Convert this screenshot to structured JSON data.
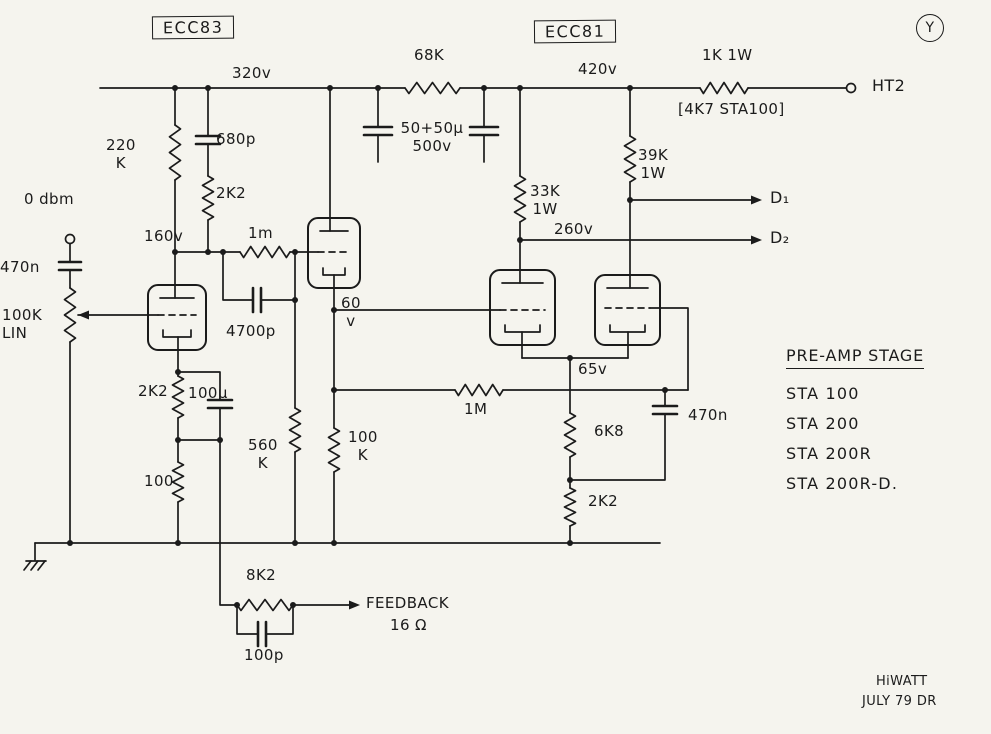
{
  "page": {
    "paper_color": "#f5f4ee",
    "ink_color": "#1b1b1b"
  },
  "title_blocks": {
    "tube_left": "ECC83",
    "tube_right": "ECC81",
    "page_mark": "Y"
  },
  "labels": {
    "ht2": "HT2",
    "r68k": "68K",
    "v320": "320v",
    "v420": "420v",
    "r1k": "1K 1W",
    "alt_part": "[4K7 STA100]",
    "r220k": "220\nK",
    "c680p": "680p",
    "r2k2_anode": "2K2",
    "v160": "160v",
    "r1m_coupling": "1m",
    "c4700p": "4700p",
    "c_filter": "50+50μ\n500v",
    "r33k": "33K\n1W",
    "r39k": "39K\n1W",
    "d1": "D₁",
    "d2": "D₂",
    "v260": "260v",
    "v60": "60\nv",
    "odbm": "0 dbm",
    "c470n_input": "470n",
    "pot": "100K\nLIN",
    "r2k2_cathode": "2K2",
    "c100u": "100μ",
    "r100": "100",
    "r560k": "560\nK",
    "r100k": "100\nK",
    "r1m_feedback": "1M",
    "v65": "65v",
    "r6k8": "6K8",
    "c470n_tail": "470n",
    "r2k2_tail": "2K2",
    "r8k2": "8K2",
    "feedback": "FEEDBACK",
    "fb_ohms": "16 Ω",
    "c100p": "100p"
  },
  "notes": {
    "title": "PRE-AMP STAGE",
    "models": [
      "STA 100",
      "STA 200",
      "STA 200R",
      "STA 200R-D."
    ],
    "sig1": "HiWATT",
    "sig2": "JULY 79 DR"
  }
}
